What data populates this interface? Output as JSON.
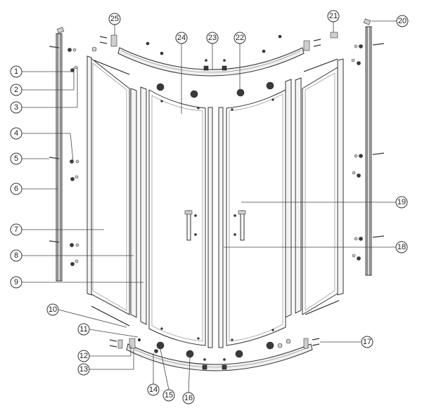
{
  "callouts": [
    {
      "label": "1"
    },
    {
      "label": "2"
    },
    {
      "label": "3"
    },
    {
      "label": "4"
    },
    {
      "label": "5"
    },
    {
      "label": "6"
    },
    {
      "label": "7"
    },
    {
      "label": "8"
    },
    {
      "label": "9"
    },
    {
      "label": "10"
    },
    {
      "label": "11"
    },
    {
      "label": "12"
    },
    {
      "label": "13"
    },
    {
      "label": "14"
    },
    {
      "label": "15"
    },
    {
      "label": "16"
    },
    {
      "label": "17"
    },
    {
      "label": "18"
    },
    {
      "label": "19"
    },
    {
      "label": "20"
    },
    {
      "label": "21"
    },
    {
      "label": "22"
    },
    {
      "label": "23"
    },
    {
      "label": "24"
    },
    {
      "label": "25"
    }
  ]
}
